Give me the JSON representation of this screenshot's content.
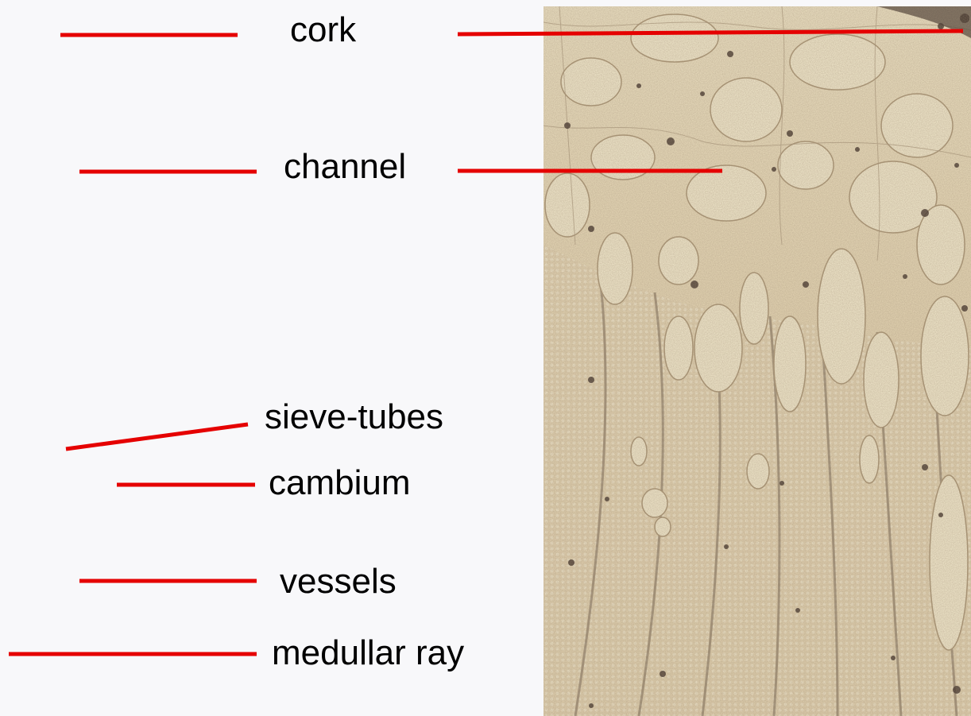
{
  "labels": {
    "cork": "cork",
    "channel": "channel",
    "sieve_tubes": "sieve-tubes",
    "cambium": "cambium",
    "vessels": "vessels",
    "medullar_ray": "medullar ray"
  },
  "colors": {
    "leader_line": "#e50000",
    "background": "#f8f8fa",
    "tissue_base": "#e9dcbf",
    "cell_lumen": "#f4ebcf",
    "stain_dark": "#3a2c26"
  }
}
